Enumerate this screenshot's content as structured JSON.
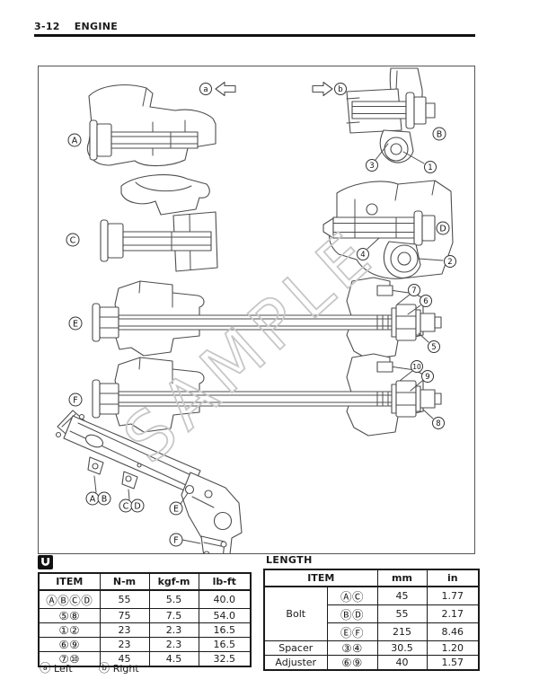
{
  "header": {
    "page_number": "3-12",
    "section_title": "ENGINE"
  },
  "diagram": {
    "watermark": "SAMPLE",
    "direction_markers": {
      "a": "a",
      "b": "b"
    },
    "callout_letters": {
      "A": "A",
      "B": "B",
      "C": "C",
      "D": "D",
      "E": "E",
      "F": "F"
    },
    "callout_numbers": {
      "n1": "1",
      "n2": "2",
      "n3": "3",
      "n4": "4",
      "n5": "5",
      "n6": "6",
      "n7": "7",
      "n8": "8",
      "n9": "9",
      "n10": "10"
    }
  },
  "torque_table": {
    "headers": [
      "ITEM",
      "N-m",
      "kgf-m",
      "lb-ft"
    ],
    "rows": [
      {
        "item": "ⒶⒷⒸⒹ",
        "nm": "55",
        "kgfm": "5.5",
        "lbft": "40.0"
      },
      {
        "item": "⑤⑧",
        "nm": "75",
        "kgfm": "7.5",
        "lbft": "54.0"
      },
      {
        "item": "①②",
        "nm": "23",
        "kgfm": "2.3",
        "lbft": "16.5"
      },
      {
        "item": "⑥⑨",
        "nm": "23",
        "kgfm": "2.3",
        "lbft": "16.5"
      },
      {
        "item": "⑦⑩",
        "nm": "45",
        "kgfm": "4.5",
        "lbft": "32.5"
      }
    ]
  },
  "length_table": {
    "title": "LENGTH",
    "headers": [
      "ITEM",
      "mm",
      "in"
    ],
    "rows": [
      {
        "name": "Bolt",
        "items": "ⒶⒸ",
        "mm": "45",
        "in": "1.77"
      },
      {
        "name": "",
        "items": "ⒷⒹ",
        "mm": "55",
        "in": "2.17"
      },
      {
        "name": "",
        "items": "ⒺⒻ",
        "mm": "215",
        "in": "8.46"
      },
      {
        "name": "Spacer",
        "items": "③④",
        "mm": "30.5",
        "in": "1.20"
      },
      {
        "name": "Adjuster",
        "items": "⑥⑨",
        "mm": "40",
        "in": "1.57"
      }
    ]
  },
  "legend": {
    "a_marker": "ⓐ",
    "a_label": "Left",
    "b_marker": "ⓑ",
    "b_label": "Right"
  }
}
